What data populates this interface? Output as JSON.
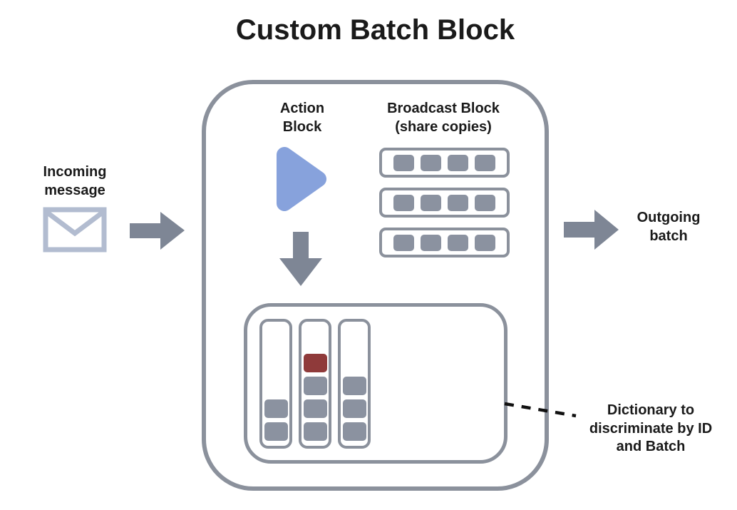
{
  "title": "Custom Batch Block",
  "incoming": {
    "label": "Incoming\nmessage"
  },
  "outgoing": {
    "label": "Outgoing\nbatch"
  },
  "action_block": {
    "label": "Action\nBlock"
  },
  "broadcast_block": {
    "label": "Broadcast Block\n(share copies)",
    "rows": [
      4,
      4,
      4
    ]
  },
  "dictionary": {
    "note": "Dictionary to\ndiscriminate by ID\nand Batch",
    "columns": [
      {
        "red": 0,
        "gray": 2
      },
      {
        "red": 1,
        "gray": 3
      },
      {
        "red": 0,
        "gray": 3
      }
    ]
  },
  "colors": {
    "border_gray": "#8b919c",
    "cell_gray": "#8b92a0",
    "arrow_gray": "#7e8695",
    "accent_blue": "#87a2dc",
    "accent_red": "#8f3a3a",
    "envelope": "#b2bcd0",
    "text": "#1a1a1a"
  }
}
